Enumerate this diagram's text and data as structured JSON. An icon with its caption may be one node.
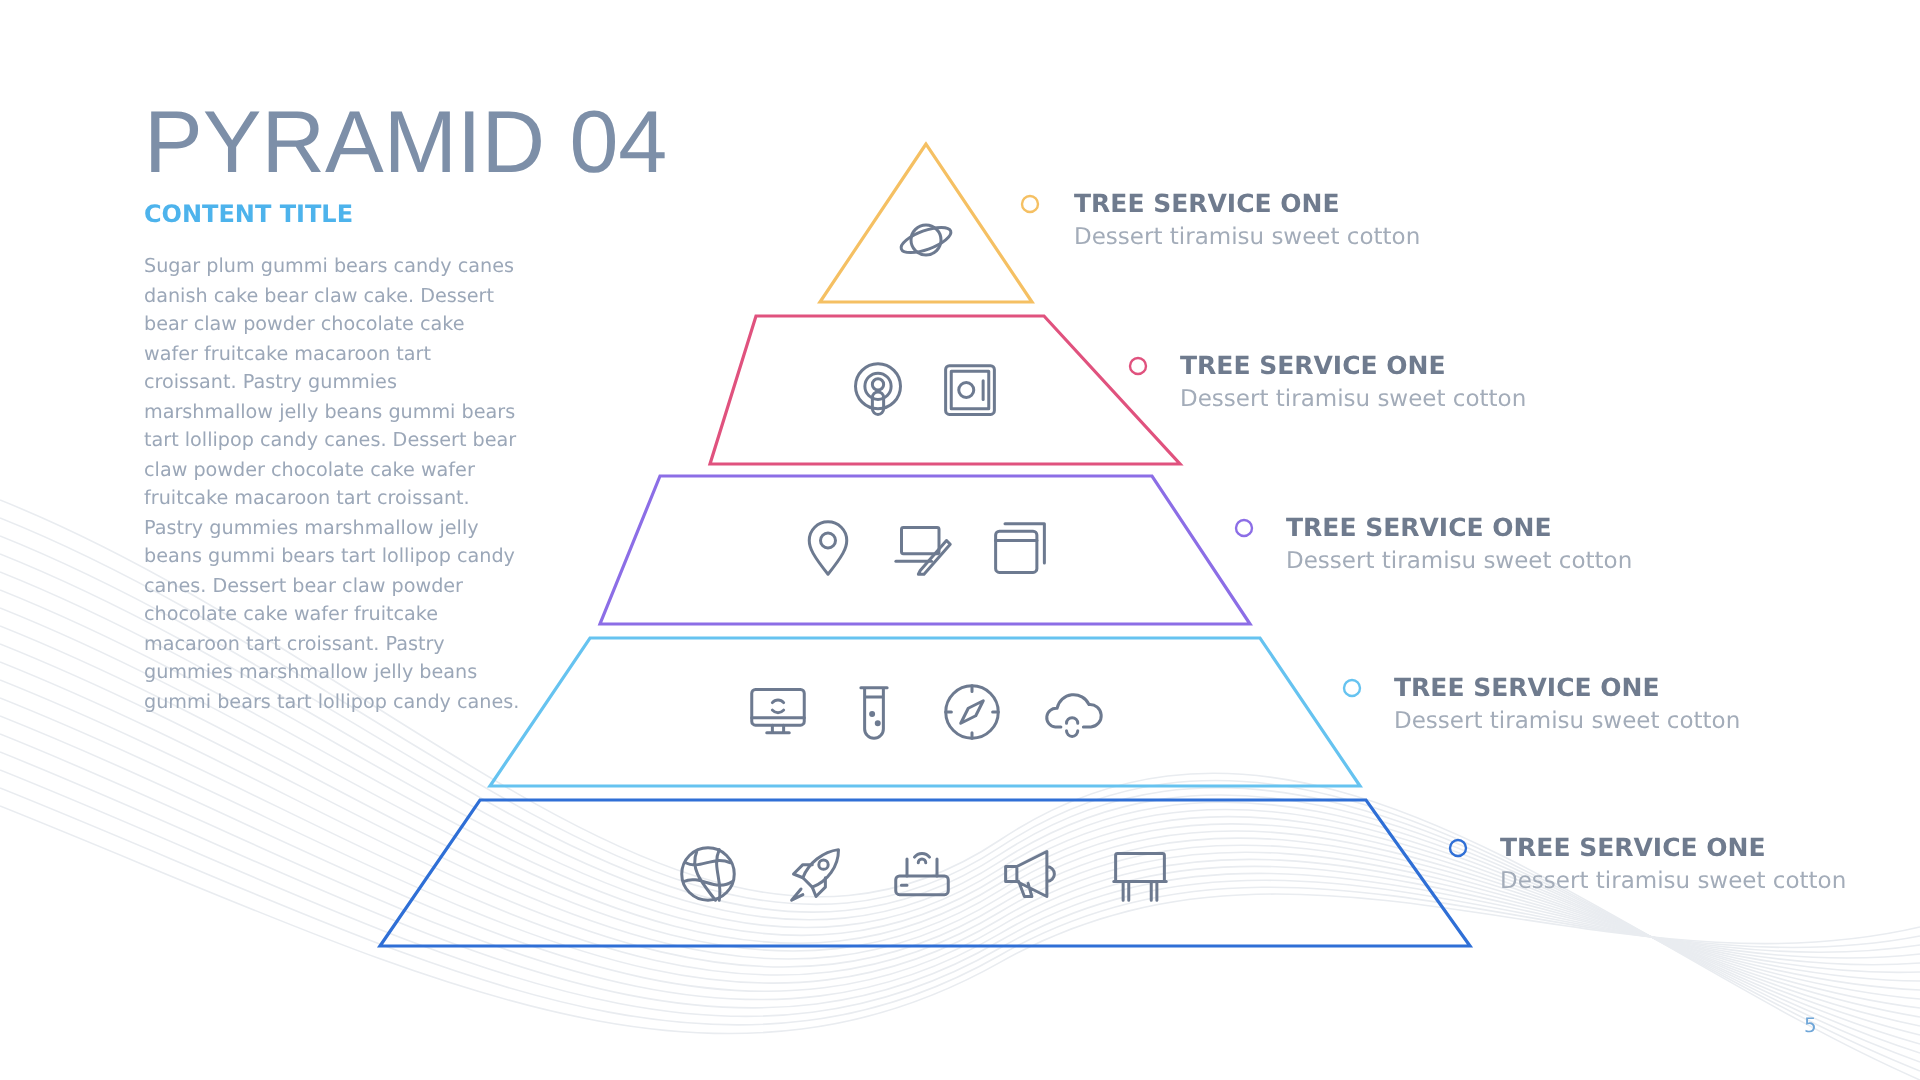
{
  "diagram": {
    "title": "PYRAMID 04",
    "nodes": [
      {
        "text": [],
        "shape": "triangle",
        "beside": [
          "TREE SERVICE ONE",
          "Dessert tiramisu sweet cotton"
        ]
      },
      {
        "text": [],
        "shape": "trapezoid",
        "beside": [
          "TREE SERVICE ONE",
          "Dessert tiramisu sweet cotton"
        ]
      },
      {
        "text": [],
        "shape": "trapezoid",
        "beside": [
          "TREE SERVICE ONE",
          "Dessert tiramisu sweet cotton"
        ]
      },
      {
        "text": [],
        "shape": "trapezoid",
        "beside": [
          "TREE SERVICE ONE",
          "Dessert tiramisu sweet cotton"
        ]
      },
      {
        "text": [],
        "shape": "trapezoid",
        "beside": [
          "TREE SERVICE ONE",
          "Dessert tiramisu sweet cotton"
        ]
      }
    ],
    "labels": [
      "CONTENT TITLE",
      "Sugar plum gummi bears candy canes danish cake bear claw cake. Dessert bear claw powder chocolate cake wafer fruitcake macaroon tart croissant. Pastry gummies marshmallow jelly beans gummi bears tart lollipop candy canes. Dessert bear claw powder chocolate cake wafer fruitcake macaroon tart croissant. Pastry gummies marshmallow jelly beans gummi bears tart lollipop candy canes. Dessert bear claw powder chocolate cake wafer fruitcake macaroon tart croissant. Pastry gummies marshmallow jelly beans gummi bears tart lollipop candy canes.",
      "5"
    ]
  }
}
